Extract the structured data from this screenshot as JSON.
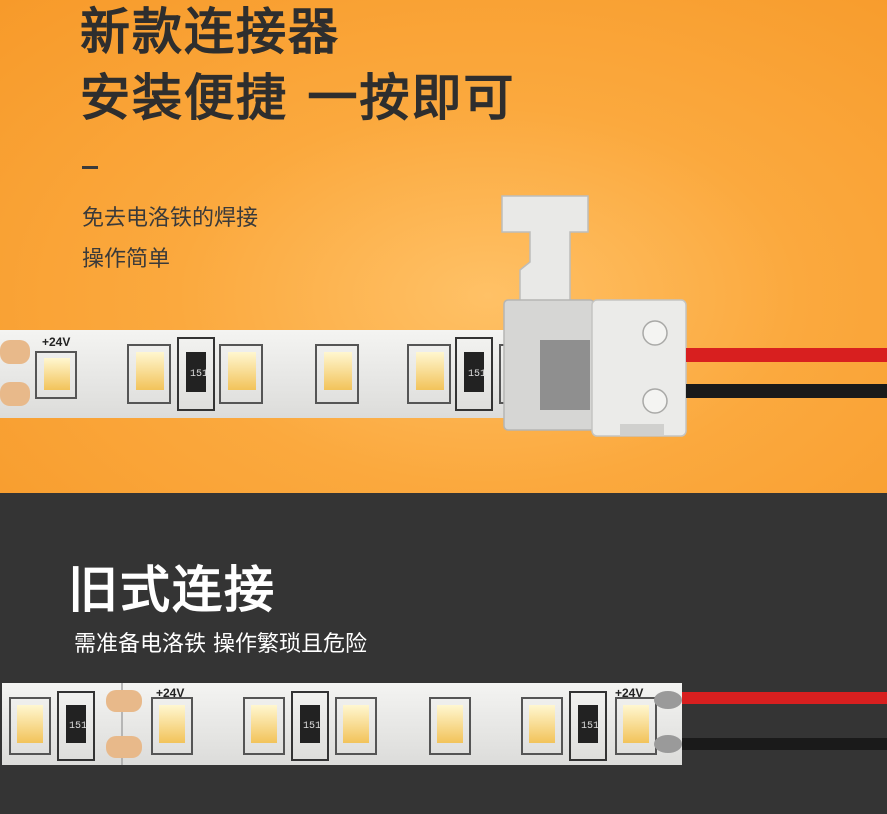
{
  "new_section": {
    "headline_line1": "新款连接器",
    "headline_line2": "安装便捷 一按即可",
    "dash": "-",
    "desc_line1": "免去电洛铁的焊接",
    "desc_line2": "操作简单"
  },
  "old_section": {
    "title": "旧式连接",
    "desc": "需准备电洛铁 操作繁琐且危险"
  },
  "strip_labels": {
    "voltage": "+24V",
    "resistor_code": "151"
  },
  "colors": {
    "orange_bg": "#f79a2a",
    "dark_bg": "#343434",
    "red_wire": "#d81f1f",
    "black_wire": "#1a1a1a"
  }
}
